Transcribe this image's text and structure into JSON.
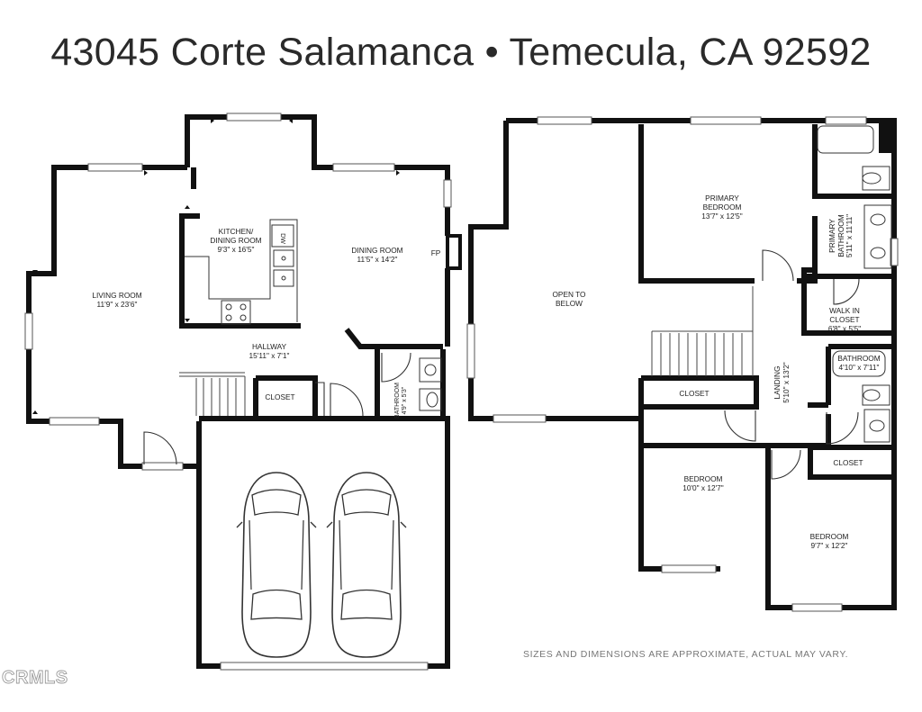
{
  "title": "43045 Corte Salamanca • Temecula, CA 92592",
  "disclaimer": "SIZES AND DIMENSIONS ARE APPROXIMATE, ACTUAL MAY VARY.",
  "logo_text": "CRMLS",
  "first_floor": {
    "living_room": {
      "name": "LIVING ROOM",
      "size": "11'9\" x 23'6\""
    },
    "kitchen": {
      "name_line1": "KITCHEN/",
      "name_line2": "DINING ROOM",
      "size": "9'3\" x 16'5\""
    },
    "dining_room": {
      "name": "DINING ROOM",
      "size": "11'5\" x 14'2\""
    },
    "hallway": {
      "name": "HALLWAY",
      "size": "15'11\" x 7'1\""
    },
    "closet": {
      "name": "CLOSET"
    },
    "bathroom": {
      "name": "BATHROOM",
      "size": "4'9\" x 5'3\""
    },
    "dw_label": "DW",
    "fp_label": "FP"
  },
  "second_floor": {
    "open_to_below": {
      "line1": "OPEN TO",
      "line2": "BELOW"
    },
    "primary_bedroom": {
      "line1": "PRIMARY",
      "line2": "BEDROOM",
      "size": "13'7\" x 12'5\""
    },
    "primary_bathroom": {
      "line1": "PRIMARY",
      "line2": "BATHROOM",
      "size": "5'11\" x 11'11\""
    },
    "walk_in_closet": {
      "line1": "WALK IN",
      "line2": "CLOSET",
      "size": "6'8\" x 5'5\""
    },
    "bathroom": {
      "name": "BATHROOM",
      "size": "4'10\" x 7'11\""
    },
    "landing": {
      "name": "LANDING",
      "size": "5'10\" x 13'2\""
    },
    "closet_a": {
      "name": "CLOSET"
    },
    "closet_b": {
      "name": "CLOSET"
    },
    "bedroom_a": {
      "name": "BEDROOM",
      "size": "10'0\" x 12'7\""
    },
    "bedroom_b": {
      "name": "BEDROOM",
      "size": "9'7\" x 12'2\""
    }
  }
}
